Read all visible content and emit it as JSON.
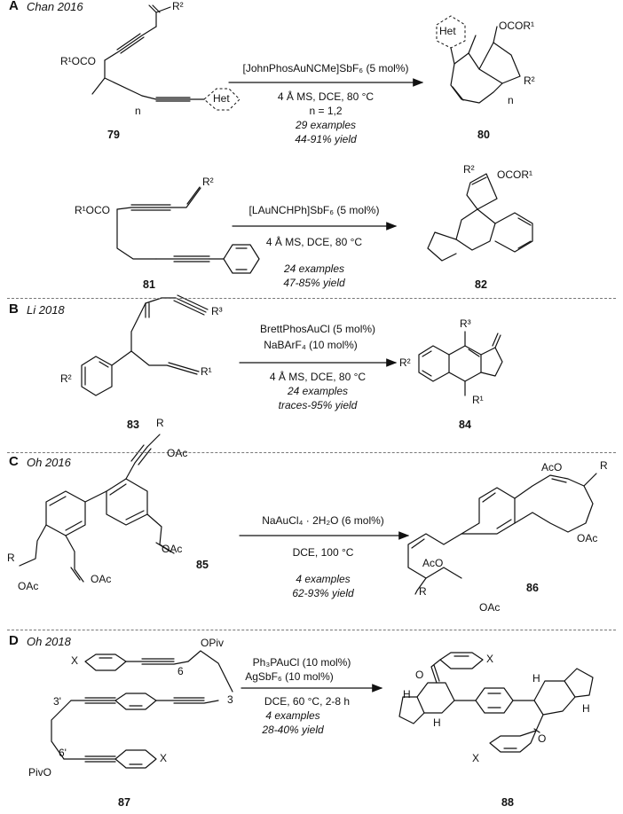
{
  "panels": [
    {
      "letter": "A",
      "source": "Chan 2016",
      "reactions": [
        {
          "catalyst": "[JohnPhosAuNCMe]SbF₆ (5 mol%)",
          "conditions": [
            "4 Å MS, DCE, 80 °C",
            "n = 1,2"
          ],
          "examples": "29 examples",
          "yield": "44-91% yield",
          "substrate": "79",
          "product": "80"
        },
        {
          "catalyst": "[LAuNCHPh]SbF₆ (5 mol%)",
          "conditions": [
            "4 Å MS, DCE, 80 °C"
          ],
          "examples": "24 examples",
          "yield": "47-85% yield",
          "substrate": "81",
          "product": "82"
        }
      ]
    },
    {
      "letter": "B",
      "source": "Li 2018",
      "reactions": [
        {
          "catalyst": "BrettPhosAuCl (5 mol%)",
          "additive": "NaBArF₄ (10 mol%)",
          "conditions": [
            "4 Å MS, DCE, 80 °C"
          ],
          "examples": "24 examples",
          "yield": "traces-95% yield",
          "substrate": "83",
          "product": "84"
        }
      ]
    },
    {
      "letter": "C",
      "source": "Oh 2016",
      "reactions": [
        {
          "catalyst": "NaAuCl₄ · 2H₂O (6 mol%)",
          "conditions": [
            "DCE, 100 °C"
          ],
          "examples": "4 examples",
          "yield": "62-93% yield",
          "substrate": "85",
          "product": "86"
        }
      ]
    },
    {
      "letter": "D",
      "source": "Oh 2018",
      "reactions": [
        {
          "catalyst": "Ph₃PAuCl (10 mol%)",
          "additive": "AgSbF₆ (10 mol%)",
          "conditions": [
            "DCE, 60 °C, 2-8 h"
          ],
          "examples": "4 examples",
          "yield": "28-40% yield",
          "substrate": "87",
          "product": "88"
        }
      ]
    }
  ],
  "labels": {
    "a_sub_ester": "R¹OCO",
    "a_sub_r2": "R²",
    "a_sub_het": "Het",
    "a_sub_n": "n",
    "a_prod_het": "Het",
    "a_prod_ocor": "OCOR¹",
    "a_prod_r2": "R²",
    "a_prod_n": "n",
    "a2_sub_ester": "R¹OCO",
    "a2_sub_r2": "R²",
    "a2_prod_r2": "R²",
    "a2_prod_ocor": "OCOR¹",
    "b_sub_r3": "R³",
    "b_sub_r1": "R¹",
    "b_sub_r2": "R²",
    "b_prod_r3": "R³",
    "b_prod_r2": "R²",
    "b_prod_r1": "R¹",
    "c_sub_r_top": "R",
    "c_sub_oac_top": "OAc",
    "c_sub_oac_mid": "OAc",
    "c_sub_r_left": "R",
    "c_sub_oac_left": "OAc",
    "c_sub_oac_bot": "OAc",
    "c_prod_aco_top": "AcO",
    "c_prod_r_top": "R",
    "c_prod_oac_right": "OAc",
    "c_prod_aco_left": "AcO",
    "c_prod_r_left": "R",
    "c_prod_oac_bot": "OAc",
    "d_sub_x_top": "X",
    "d_sub_opiv": "OPiv",
    "d_sub_6": "6",
    "d_sub_3p": "3'",
    "d_sub_3": "3",
    "d_sub_6p": "6'",
    "d_sub_pivo": "PivO",
    "d_sub_x_bot": "X",
    "d_prod_x_top": "X",
    "d_prod_o_top": "O",
    "d_prod_h1": "H",
    "d_prod_h2": "H",
    "d_prod_h3": "H",
    "d_prod_h4": "H",
    "d_prod_o_bot": "O",
    "d_prod_x_bot": "X"
  }
}
